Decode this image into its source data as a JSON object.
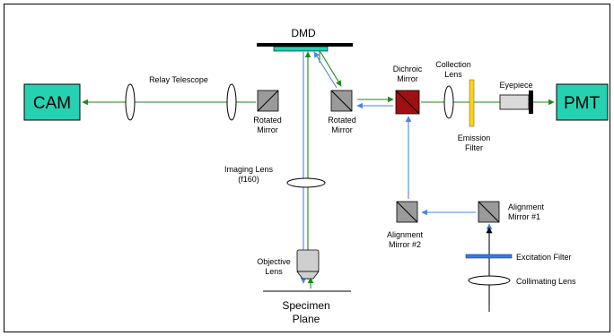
{
  "components": {
    "cam": "CAM",
    "pmt": "PMT",
    "dmd": "DMD",
    "relay_telescope": "Relay Telescope",
    "rotated_mirror_left": [
      "Rotated",
      "Mirror"
    ],
    "rotated_mirror_right": [
      "Rotated",
      "Mirror"
    ],
    "dichroic_mirror": [
      "Dichroic",
      "Mirror"
    ],
    "collection_lens": [
      "Collection",
      "Lens"
    ],
    "emission_filter": [
      "Emission",
      "Filter"
    ],
    "eyepiece": "Eyepiece",
    "imaging_lens": [
      "Imaging Lens",
      "(f160)"
    ],
    "objective_lens": [
      "Objective",
      "Lens"
    ],
    "specimen_plane": [
      "Specimen",
      "Plane"
    ],
    "alignment_mirror_1": [
      "Alignment",
      "Mirror #1"
    ],
    "alignment_mirror_2": [
      "Alignment",
      "Mirror #2"
    ],
    "excitation_filter": "Excitation Filter",
    "collimating_lens": "Collimating Lens"
  },
  "colors": {
    "emission_path": "#1a8a1a",
    "excitation_path": "#4a86e8",
    "detector_box": "#26d1b2",
    "dmd_active": "#26d1b2",
    "dichroic": "#a01010",
    "emission_filter": "#ffd21a",
    "excitation_filter": "#3a78e0",
    "mirror_fill": "#9a9a9a"
  }
}
